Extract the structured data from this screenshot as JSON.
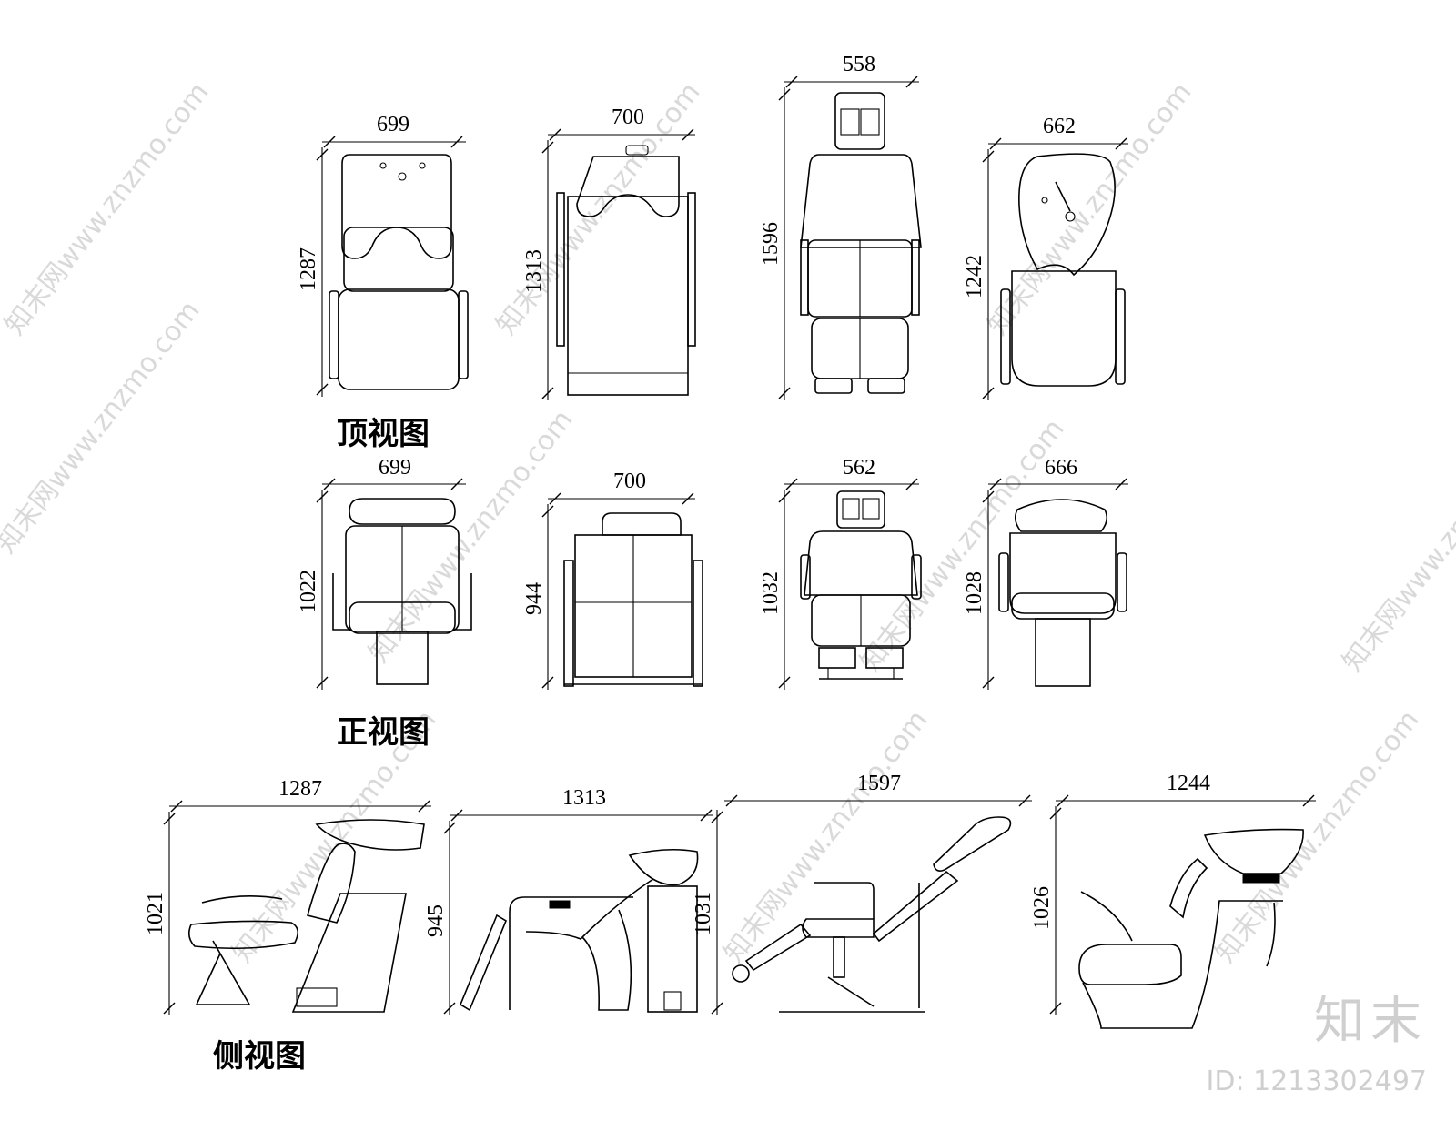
{
  "sections": {
    "top_view": "顶视图",
    "front_view": "正视图",
    "side_view": "侧视图"
  },
  "top_row": {
    "chair1": {
      "width": "699",
      "height": "1287"
    },
    "chair2": {
      "width": "700",
      "height": "1313"
    },
    "chair3": {
      "width": "558",
      "height": "1596"
    },
    "chair4": {
      "width": "662",
      "height": "1242"
    }
  },
  "middle_row": {
    "chair1": {
      "width": "699",
      "height": "1022"
    },
    "chair2": {
      "width": "700",
      "height": "944"
    },
    "chair3": {
      "width": "562",
      "height": "1032"
    },
    "chair4": {
      "width": "666",
      "height": "1028"
    }
  },
  "bottom_row": {
    "chair1": {
      "width": "1287",
      "height": "1021"
    },
    "chair2": {
      "width": "1313",
      "height": "945"
    },
    "chair3": {
      "width": "1597",
      "height": "1031"
    },
    "chair4": {
      "width": "1244",
      "height": "1026"
    }
  },
  "watermark": {
    "text": "知末网www.znzmo.com"
  },
  "brand": {
    "logo": "知末",
    "id": "ID: 1213302497"
  }
}
